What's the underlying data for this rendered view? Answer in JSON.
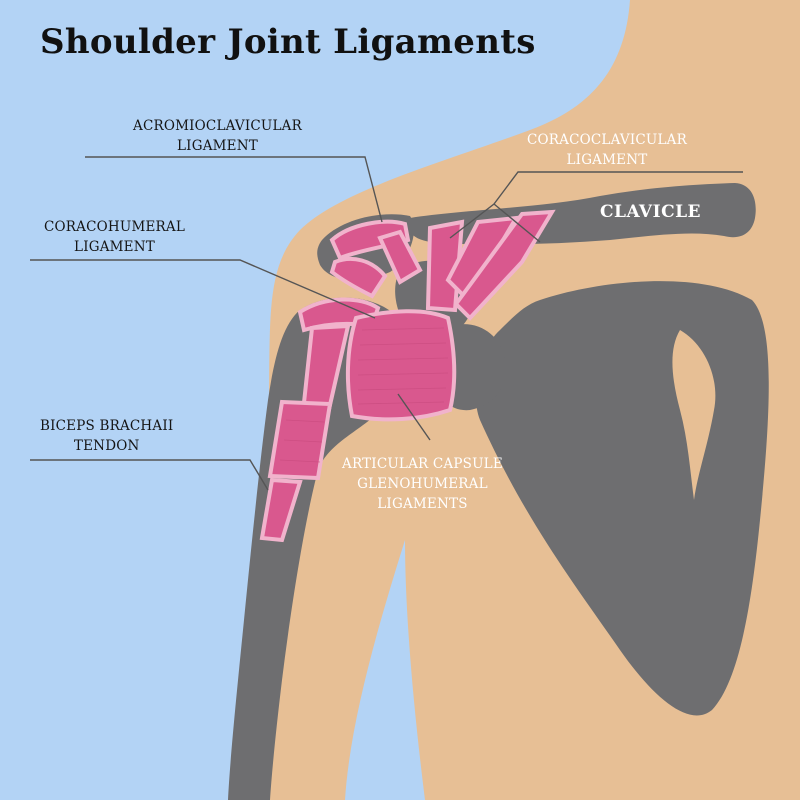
{
  "title": "Shoulder Joint Ligaments",
  "labels": {
    "acromioclavicular": {
      "line1": "ACROMIOCLAVICULAR",
      "line2": "LIGAMENT"
    },
    "coracoclavicular": {
      "line1": "CORACOCLAVICULAR",
      "line2": "LIGAMENT"
    },
    "coracohumeral": {
      "line1": "CORACOHUMERAL",
      "line2": "LIGAMENT"
    },
    "biceps": {
      "line1": "BICEPS BRACHAII",
      "line2": "TENDON"
    },
    "capsule": {
      "line1": "ARTICULAR CAPSULE",
      "line2": "GLENOHUMERAL",
      "line3": "LIGAMENTS"
    },
    "clavicle": "CLAVICLE"
  },
  "colors": {
    "background": "#b3d3f5",
    "skin": "#e7bf95",
    "bone": "#6e6e70",
    "ligament": "#d9588e",
    "ligament_outline": "#f1b3cc",
    "leader_line": "#555555"
  }
}
